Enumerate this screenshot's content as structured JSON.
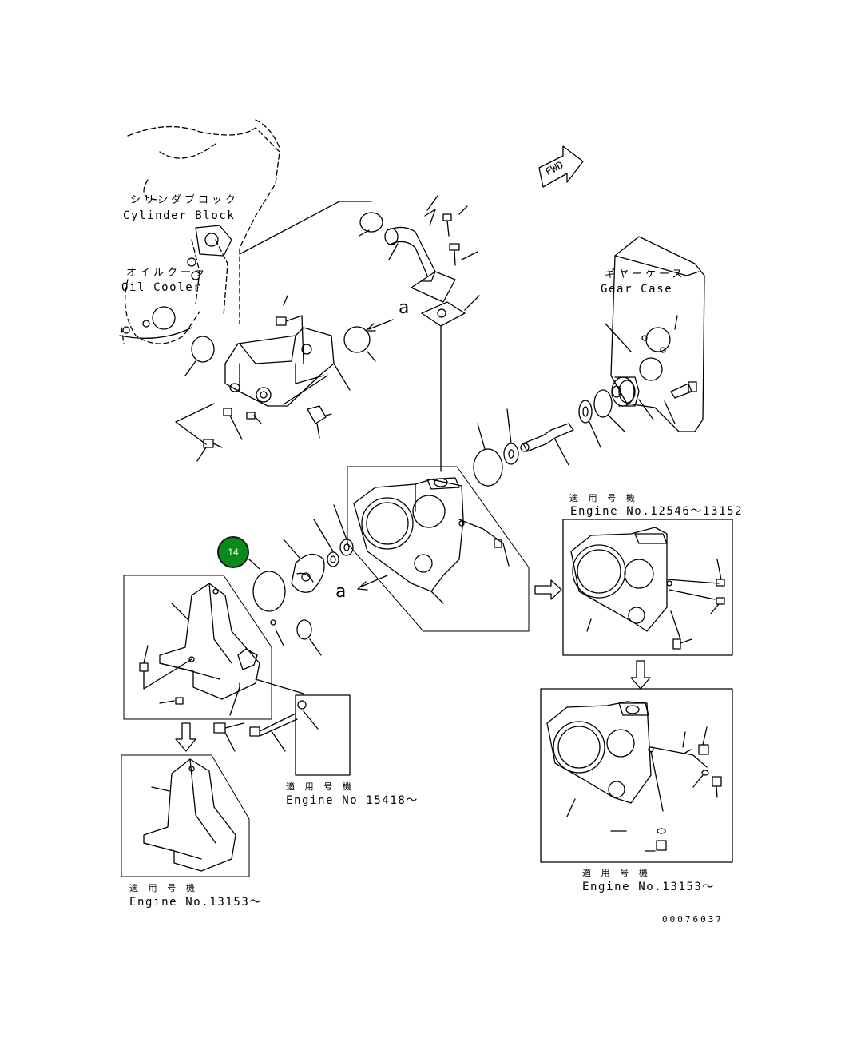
{
  "labels": {
    "cylinder_block_jp": "シリンダブロック",
    "cylinder_block_en": "Cylinder Block",
    "oil_cooler_jp": "オイルクーラ",
    "oil_cooler_en": "Oil Cooler",
    "gear_case_jp": "ギヤーケース",
    "gear_case_en": "Gear Case",
    "fwd": "FWD",
    "view_a_top": "a",
    "view_a_bottom": "a"
  },
  "variants": {
    "applicable_jp": "適 用 号 機",
    "engine_12546_13152": "Engine No.12546～13152",
    "engine_15418": "Engine No 15418～",
    "engine_13153_left": "Engine No.13153～",
    "engine_13153_right": "Engine No.13153～"
  },
  "callout": {
    "number": "14",
    "color": "#0a8a1a"
  },
  "drawing_number": "00076037"
}
